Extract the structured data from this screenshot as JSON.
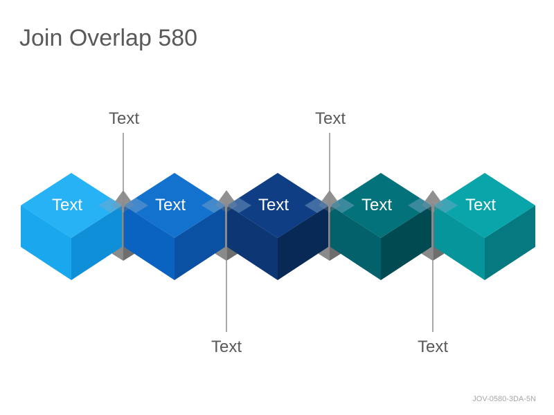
{
  "title": "Join Overlap 580",
  "footer_code": "JOV-0580-3DA-5N",
  "cubes": [
    {
      "label": "Text",
      "top": "#27b2f5",
      "left": "#19a7ee",
      "right": "#0e8fd8"
    },
    {
      "label": "Text",
      "top": "#1472cf",
      "left": "#0b63c1",
      "right": "#0a51a3"
    },
    {
      "label": "Text",
      "top": "#0f3e84",
      "left": "#0d3674",
      "right": "#082855"
    },
    {
      "label": "Text",
      "top": "#04727a",
      "left": "#02616a",
      "right": "#014a52"
    },
    {
      "label": "Text",
      "top": "#0aa5aa",
      "left": "#06959b",
      "right": "#047a80"
    }
  ],
  "callouts": [
    {
      "label": "Text",
      "position": "top"
    },
    {
      "label": "Text",
      "position": "bottom"
    },
    {
      "label": "Text",
      "position": "top"
    },
    {
      "label": "Text",
      "position": "bottom"
    }
  ],
  "connector_color": "#7f7f7f",
  "line_color": "#8c8c8c"
}
